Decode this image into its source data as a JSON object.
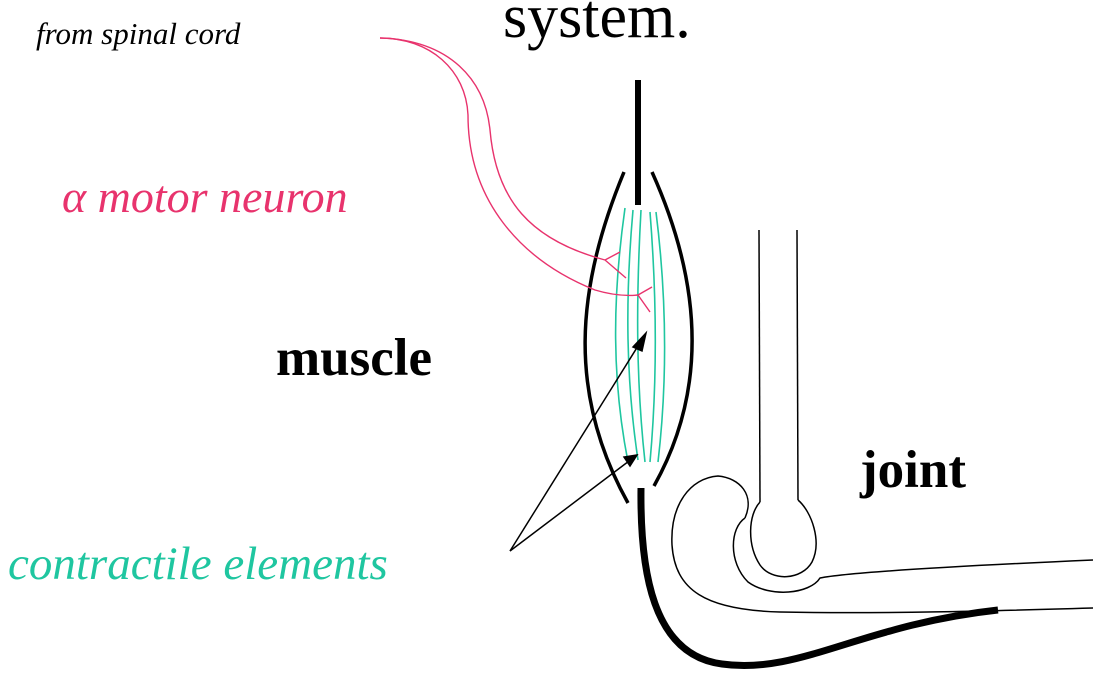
{
  "title_fragment": "system.",
  "labels": {
    "from_spinal_cord": "from spinal cord",
    "alpha_motor_neuron": "α motor neuron",
    "muscle": "muscle",
    "joint": "joint",
    "contractile_elements": "contractile elements"
  },
  "colors": {
    "neuron": "#e8336d",
    "contractile": "#1fc6a0",
    "outline": "#000000"
  }
}
